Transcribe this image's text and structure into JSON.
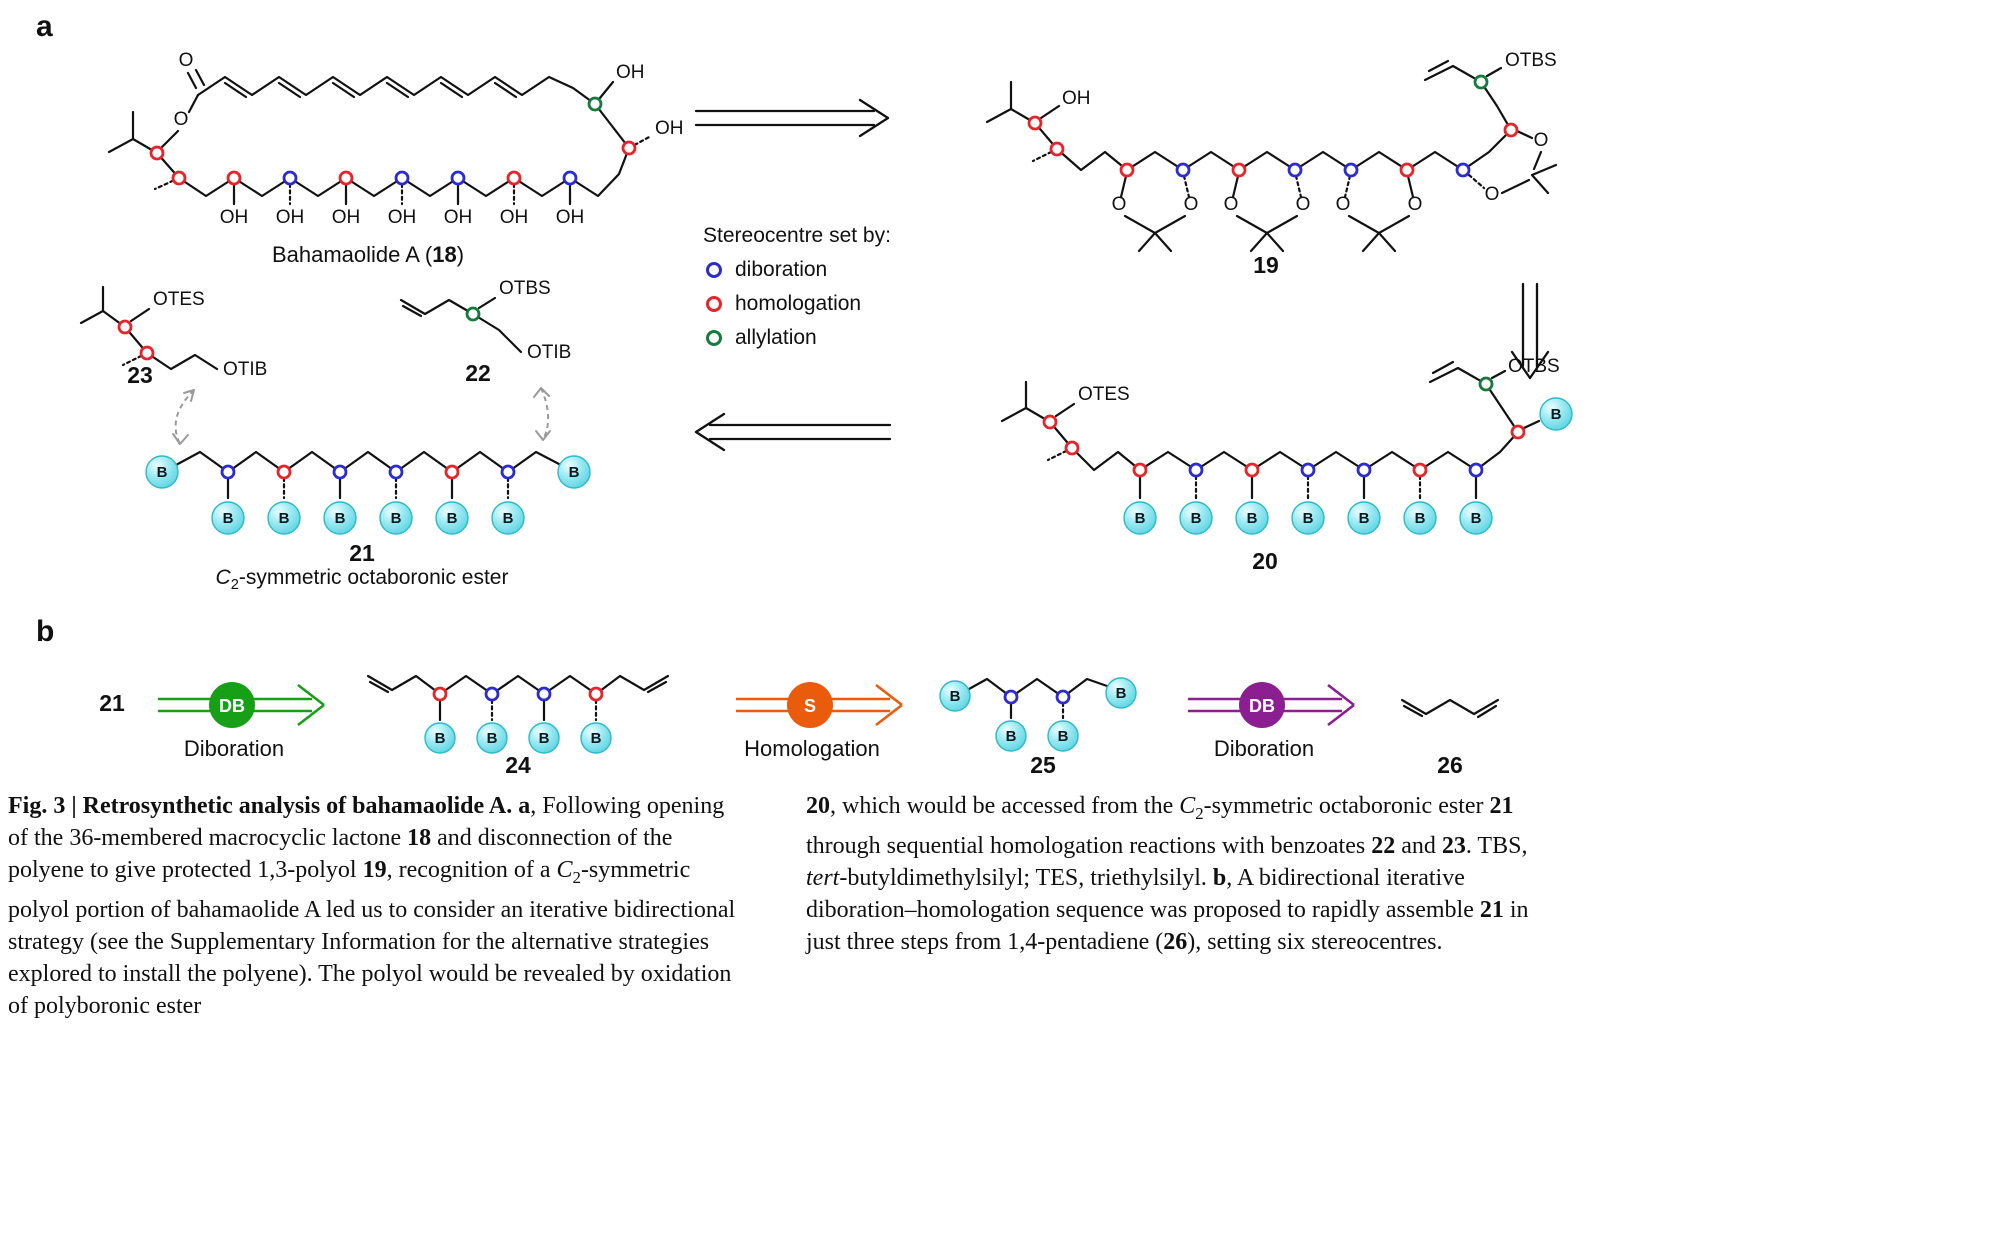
{
  "colors": {
    "diboration_blue": "#2b2bd0",
    "homologation_red": "#e8232a",
    "allylation_green": "#157a3c",
    "boron_sphere_fill": "#8fe6ef",
    "boron_sphere_edge": "#2cb9c9",
    "arrow_green": "#17a017",
    "arrow_orange": "#ea5b0c",
    "arrow_purple": "#8b1f92"
  },
  "labels": {
    "oh": "OH",
    "o": "O",
    "otbs": "OTBS",
    "otes": "OTES",
    "otib": "OTIB",
    "b_atom": "B"
  },
  "panel_a": {
    "panel_label": "a",
    "bahamaolide_caption": [
      {
        "t": "Bahamaolide A ("
      },
      {
        "t": "18",
        "b": true
      },
      {
        "t": ")"
      }
    ],
    "compound_19": "19",
    "compound_20": "20",
    "compound_21": "21",
    "compound_22": "22",
    "compound_23": "23",
    "c21_caption": [
      {
        "t": "C",
        "i": true
      },
      {
        "t": "2",
        "sub": true
      },
      {
        "t": "-symmetric octaboronic ester"
      }
    ],
    "legend": {
      "title": "Stereocentre set by:",
      "items": [
        {
          "label": "diboration",
          "color": "#2b2bd0"
        },
        {
          "label": "homologation",
          "color": "#e8232a"
        },
        {
          "label": "allylation",
          "color": "#157a3c"
        }
      ]
    }
  },
  "panel_b": {
    "panel_label": "b",
    "start_compound": "21",
    "compound_24": "24",
    "compound_25": "25",
    "compound_26": "26",
    "steps": [
      {
        "badge": "DB",
        "label": "Diboration",
        "color": "#17a017"
      },
      {
        "badge": "S",
        "label": "Homologation",
        "color": "#ea5b0c"
      },
      {
        "badge": "DB",
        "label": "Diboration",
        "color": "#8b1f92"
      }
    ]
  },
  "caption": {
    "left": [
      {
        "t": "Fig. 3 | Retrosynthetic analysis of bahamaolide A. ",
        "b": true
      },
      {
        "t": "a",
        "b": true
      },
      {
        "t": ", Following opening of the 36-membered macrocyclic lactone "
      },
      {
        "t": "18",
        "b": true
      },
      {
        "t": " and disconnection of the polyene to give protected 1,3-polyol "
      },
      {
        "t": "19",
        "b": true
      },
      {
        "t": ", recognition of a "
      },
      {
        "t": "C",
        "i": true
      },
      {
        "t": "2",
        "sub": true
      },
      {
        "t": "-symmetric polyol portion of bahamaolide A led us to consider an iterative bidirectional strategy (see the Supplementary Information for the alternative strategies explored to install the polyene). The polyol would be revealed by oxidation of polyboronic ester"
      }
    ],
    "right": [
      {
        "t": "20",
        "b": true
      },
      {
        "t": ", which would be accessed from the "
      },
      {
        "t": "C",
        "i": true
      },
      {
        "t": "2",
        "sub": true
      },
      {
        "t": "-symmetric octaboronic ester "
      },
      {
        "t": "21",
        "b": true
      },
      {
        "t": " through sequential homologation reactions with benzoates "
      },
      {
        "t": "22",
        "b": true
      },
      {
        "t": " and "
      },
      {
        "t": "23",
        "b": true
      },
      {
        "t": ". TBS, "
      },
      {
        "t": "tert",
        "i": true
      },
      {
        "t": "-butyldimethylsilyl; TES, triethylsilyl. "
      },
      {
        "t": "b",
        "b": true
      },
      {
        "t": ", A bidirectional iterative diboration–homologation sequence was proposed to rapidly assemble "
      },
      {
        "t": "21",
        "b": true
      },
      {
        "t": " in just three steps from 1,4-pentadiene ("
      },
      {
        "t": "26",
        "b": true
      },
      {
        "t": "), setting six stereocentres."
      }
    ]
  }
}
